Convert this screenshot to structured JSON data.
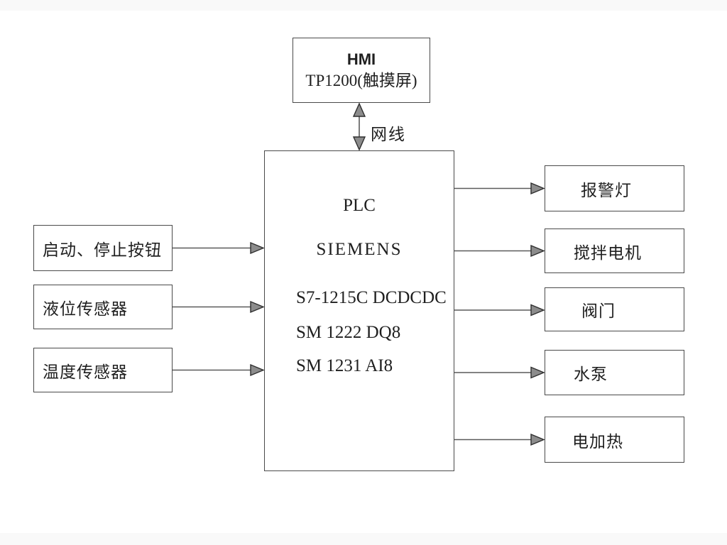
{
  "hmi": {
    "title": "HMI",
    "subtitle": "TP1200(触摸屏)"
  },
  "link": {
    "label": "网线"
  },
  "plc": {
    "lines": [
      "PLC",
      "SIEMENS",
      "S7-1215C DCDCDC",
      "SM 1222 DQ8",
      "SM 1231 AI8"
    ]
  },
  "inputs": [
    "启动、停止按钮",
    "液位传感器",
    "温度传感器"
  ],
  "outputs": [
    "报警灯",
    "搅拌电机",
    "阀门",
    "水泵",
    "电加热"
  ],
  "colors": {
    "border": "#4a4a4a",
    "wire": "#5a5a5a",
    "arrow_fill": "#8c8c8c",
    "arrow_stroke": "#2e2e2e",
    "text": "#1f1f1f",
    "background": "#ffffff"
  }
}
